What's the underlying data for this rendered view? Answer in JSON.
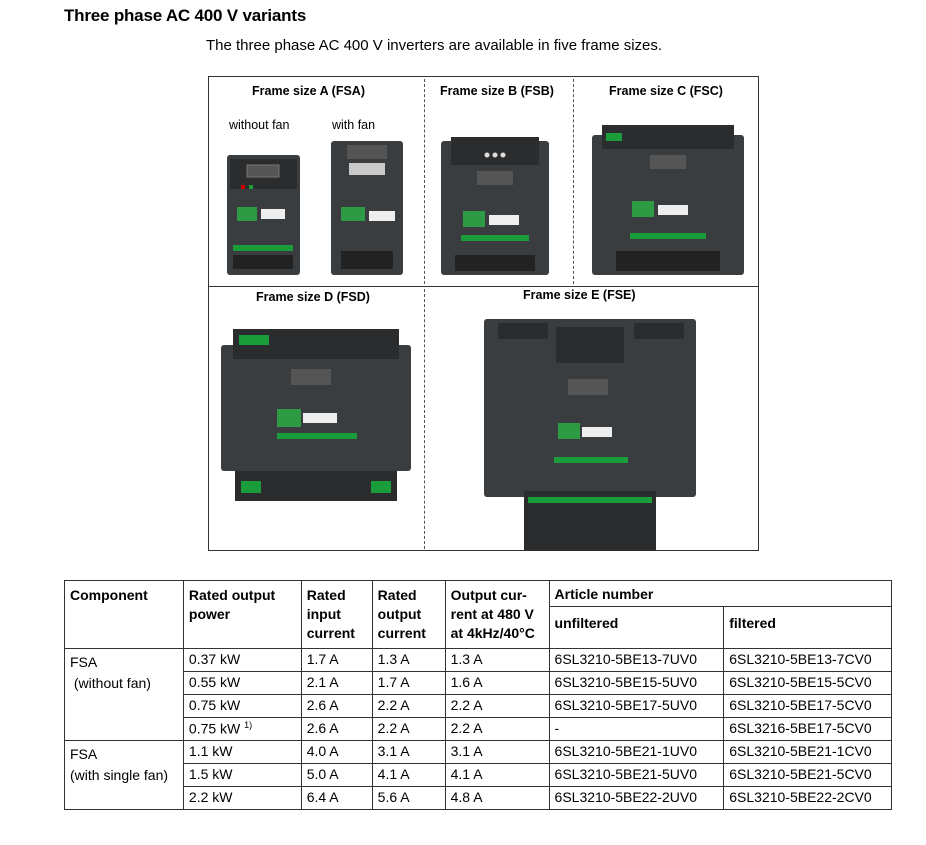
{
  "heading": "Three phase AC 400 V variants",
  "intro": "The three phase AC 400 V inverters are available in five frame sizes.",
  "figure": {
    "frames": {
      "fsa": {
        "title": "Frame size A (FSA)",
        "variant_left": "without fan",
        "variant_right": "with fan"
      },
      "fsb": {
        "title": "Frame size B (FSB)"
      },
      "fsc": {
        "title": "Frame size C (FSC)"
      },
      "fsd": {
        "title": "Frame size D (FSD)"
      },
      "fse": {
        "title": "Frame size E (FSE)"
      }
    }
  },
  "table": {
    "headers": {
      "component": "Component",
      "rated_output_power": [
        "Rated output",
        "power"
      ],
      "rated_input_current": [
        "Rated",
        "input",
        "current"
      ],
      "rated_output_current": [
        "Rated",
        "output",
        "current"
      ],
      "output_current_480": [
        "Output cur-",
        "rent at 480 V",
        "at 4kHz/40°C"
      ],
      "article_number": "Article number",
      "unfiltered": "unfiltered",
      "filtered": "filtered"
    },
    "group1": {
      "component_lines": [
        "FSA",
        "(without fan)"
      ],
      "rows": [
        {
          "power": "0.37 kW",
          "input": "1.7 A",
          "output": "1.3 A",
          "out480": "1.3 A",
          "unfiltered": "6SL3210-5BE13-7UV0",
          "filtered": "6SL3210-5BE13-7CV0"
        },
        {
          "power": "0.55 kW",
          "input": "2.1 A",
          "output": "1.7 A",
          "out480": "1.6 A",
          "unfiltered": "6SL3210-5BE15-5UV0",
          "filtered": "6SL3210-5BE15-5CV0"
        },
        {
          "power": "0.75 kW",
          "input": "2.6 A",
          "output": "2.2 A",
          "out480": "2.2 A",
          "unfiltered": "6SL3210-5BE17-5UV0",
          "filtered": "6SL3210-5BE17-5CV0"
        },
        {
          "power": "0.75 kW",
          "footnote": "1)",
          "input": "2.6 A",
          "output": "2.2 A",
          "out480": "2.2 A",
          "unfiltered": "-",
          "filtered": "6SL3216-5BE17-5CV0"
        }
      ]
    },
    "group2": {
      "component_lines": [
        "FSA",
        "(with single fan)"
      ],
      "rows": [
        {
          "power": "1.1 kW",
          "input": "4.0 A",
          "output": "3.1 A",
          "out480": "3.1 A",
          "unfiltered": "6SL3210-5BE21-1UV0",
          "filtered": "6SL3210-5BE21-1CV0"
        },
        {
          "power": "1.5 kW",
          "input": "5.0 A",
          "output": "4.1 A",
          "out480": "4.1 A",
          "unfiltered": "6SL3210-5BE21-5UV0",
          "filtered": "6SL3210-5BE21-5CV0"
        },
        {
          "power": "2.2 kW",
          "input": "6.4 A",
          "output": "5.6 A",
          "out480": "4.8 A",
          "unfiltered": "6SL3210-5BE22-2UV0",
          "filtered": "6SL3210-5BE22-2CV0"
        }
      ]
    }
  }
}
